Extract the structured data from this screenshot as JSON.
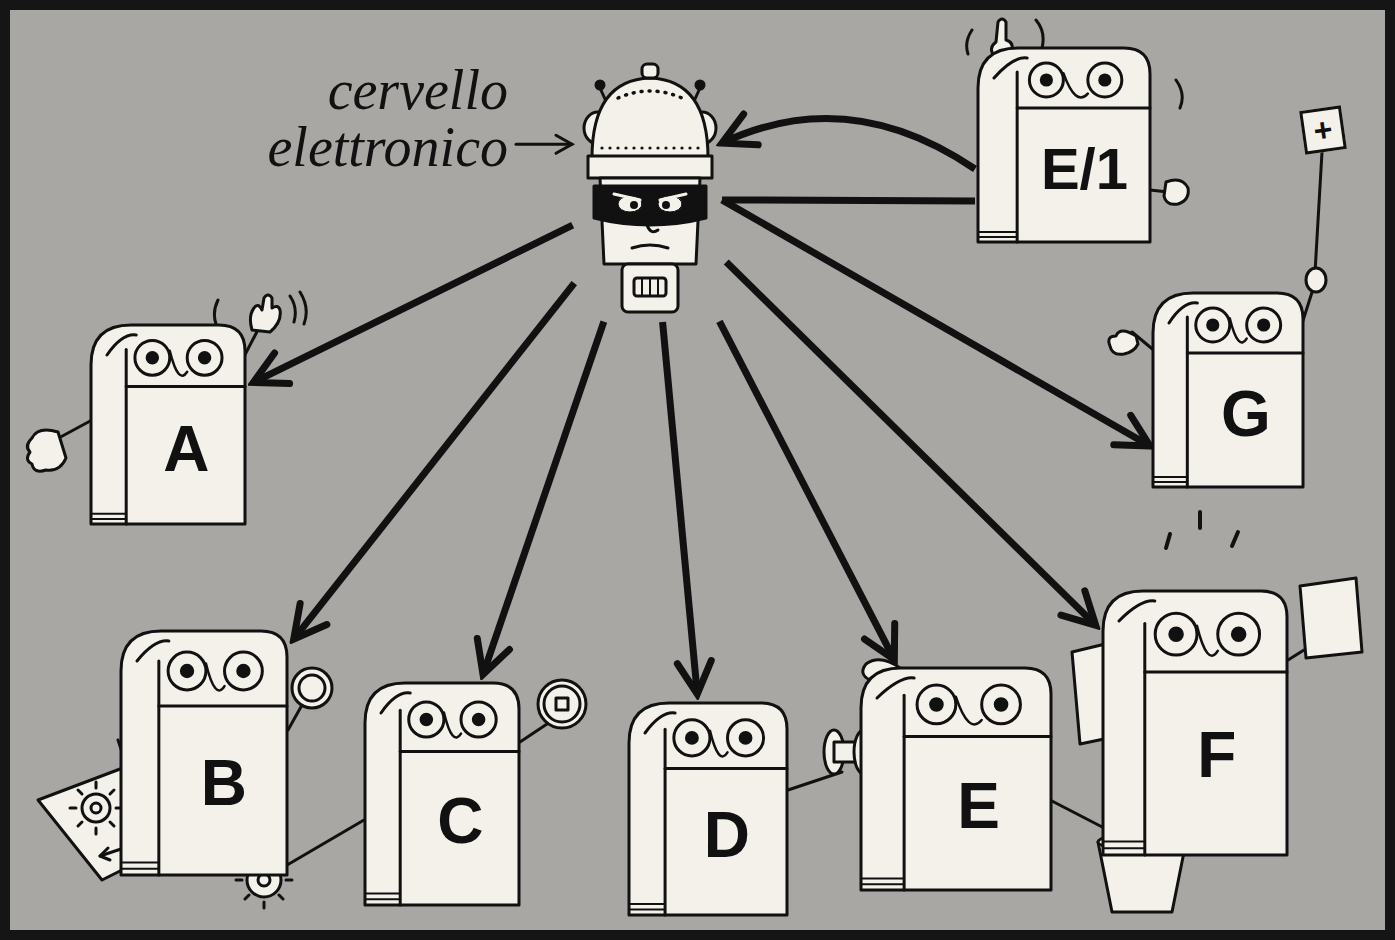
{
  "diagram": {
    "nodes": [
      {
        "text": [
          "cervello elettronico"
        ]
      },
      {
        "text": [
          "A"
        ]
      },
      {
        "text": [
          "B"
        ]
      },
      {
        "text": [
          "C"
        ]
      },
      {
        "text": [
          "D"
        ]
      },
      {
        "text": [
          "E"
        ]
      },
      {
        "text": [
          "F"
        ]
      },
      {
        "text": [
          "G"
        ]
      },
      {
        "text": [
          "E/1"
        ]
      }
    ],
    "edges": [
      {
        "from": 0,
        "to": 1,
        "arrow": "to"
      },
      {
        "from": 0,
        "to": 2,
        "arrow": "to"
      },
      {
        "from": 0,
        "to": 3,
        "arrow": "to"
      },
      {
        "from": 0,
        "to": 4,
        "arrow": "to"
      },
      {
        "from": 0,
        "to": 5,
        "arrow": "to"
      },
      {
        "from": 0,
        "to": 6,
        "arrow": "to"
      },
      {
        "from": 0,
        "to": 7,
        "arrow": "to"
      },
      {
        "from": 8,
        "to": 0,
        "arrow": "to"
      },
      {
        "from": 0,
        "to": 8,
        "arrow": "none"
      }
    ],
    "labels": [
      "+"
    ]
  }
}
